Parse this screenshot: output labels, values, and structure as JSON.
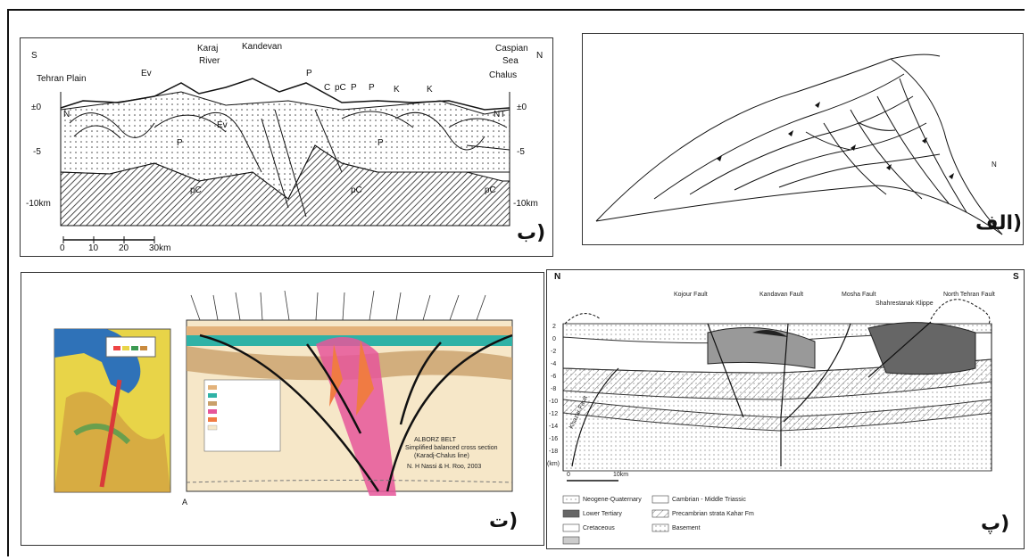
{
  "labels": {
    "a": "ب)",
    "b": "الف)",
    "c": "ت)",
    "d": "پ)"
  },
  "panelA": {
    "dir_left": "S",
    "dir_right": "N",
    "features": [
      "Tehran Plain",
      "Ev",
      "Karaj",
      "River",
      "Kandevan",
      "Chalus",
      "Caspian",
      "Sea"
    ],
    "depth_left": [
      "±0",
      "-5",
      "-10km"
    ],
    "depth_right": [
      "±0",
      "-5",
      "-10km"
    ],
    "unit_labels": [
      "pC",
      "pC",
      "pC",
      "P",
      "P",
      "Ev",
      "K",
      "K",
      "P",
      "C",
      "P",
      "P",
      "pC",
      "NT",
      "N"
    ],
    "scale": [
      "0",
      "10",
      "20",
      "30km"
    ]
  },
  "panelB": {
    "north": "N"
  },
  "panelD": {
    "dir_left": "N",
    "dir_right": "S",
    "faults": [
      "Kojour Fault",
      "Kandavan Fault",
      "Mosha Fault",
      "Shahrestanak Klippe",
      "North Tehran Fault"
    ],
    "depth_ticks": [
      "2",
      "0",
      "-2",
      "-4",
      "-6",
      "-8",
      "-10",
      "-12",
      "-14",
      "-16",
      "-18"
    ],
    "depth_unit": "(km)",
    "left_fault": "Khazar Fault",
    "scale": [
      "0",
      "10km"
    ],
    "legend": [
      "Neogene-Quaternary",
      "Lower Tertiary",
      "Cretaceous",
      "Cambrian - Middle Triassic",
      "Precambrian strata Kahar Fm",
      "Basement"
    ]
  },
  "panelC": {
    "title_lines": [
      "ALBORZ BELT",
      "Simplified balanced cross section",
      "(Karadj-Chalus line)"
    ],
    "authors": "N. H Nassi & H. Roo, 2003",
    "section_start": "A"
  }
}
